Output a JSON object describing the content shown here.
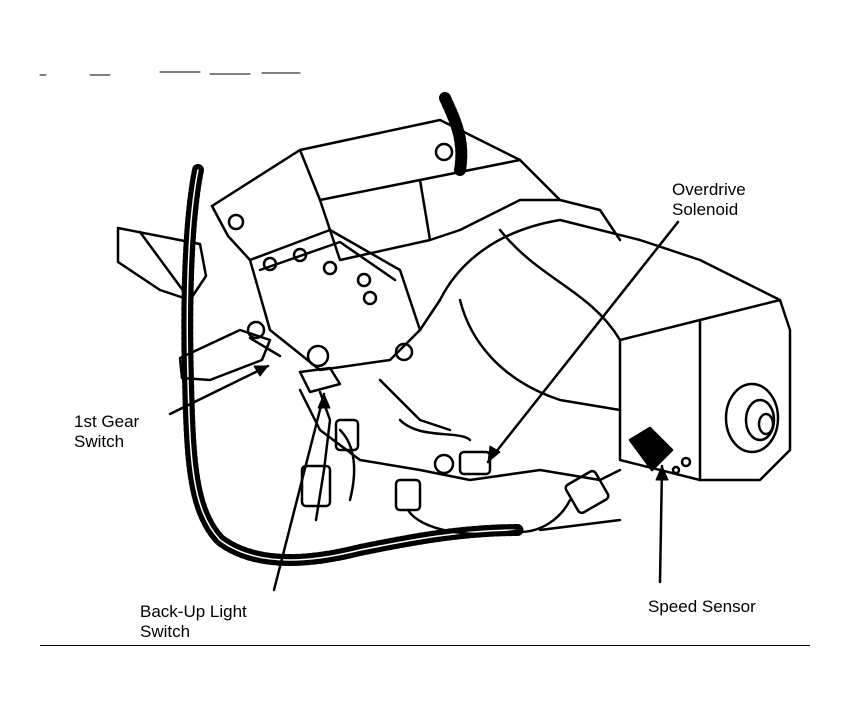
{
  "diagram": {
    "subject": "transmission assembly with switch and sensor locations",
    "callouts": {
      "overdrive_solenoid": {
        "line1": "Overdrive",
        "line2": "Solenoid"
      },
      "first_gear_switch": {
        "line1": "1st Gear",
        "line2": "Switch"
      },
      "backup_light_switch": {
        "line1": "Back-Up Light",
        "line2": "Switch"
      },
      "speed_sensor": {
        "line1": "Speed Sensor"
      }
    }
  },
  "colors": {
    "ink": "#000000",
    "paper": "#ffffff"
  }
}
